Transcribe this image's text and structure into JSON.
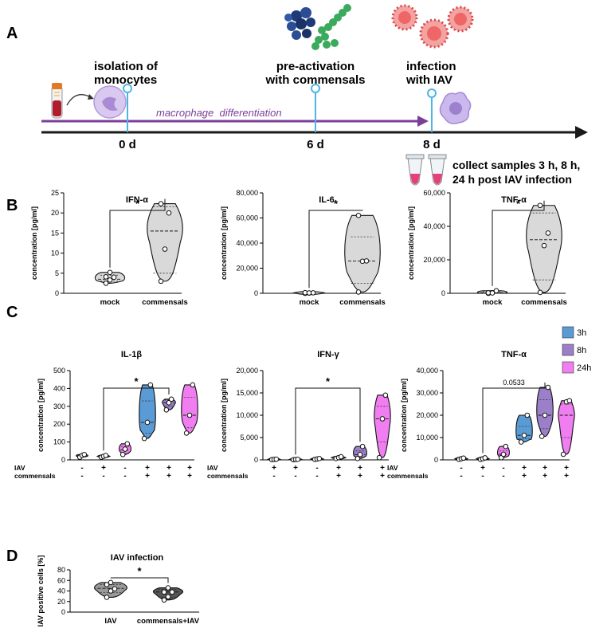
{
  "panels": {
    "a": "A",
    "b": "B",
    "c": "C",
    "d": "D"
  },
  "timeline": {
    "step1": [
      "isolation of",
      "monocytes"
    ],
    "step2": [
      "pre-activation",
      "with commensals"
    ],
    "step3": [
      "infection",
      "with IAV"
    ],
    "differentiation": "macrophage  differentiation",
    "days": [
      "0 d",
      "6 d",
      "8 d"
    ],
    "collect": [
      "collect samples 3 h, 8 h,",
      "24 h post IAV infection"
    ]
  },
  "colors": {
    "arrow_purple": "#7b3f98",
    "marker_blue": "#4db6e6",
    "mock": "#d9d9d9",
    "commensals": "#d9d9d9",
    "h3": "#5b9bd5",
    "h8": "#9b7fc9",
    "h24": "#f07ef0",
    "iav": "#999999",
    "commensals_iav": "#555555"
  },
  "icons": [
    "blood-tube-icon",
    "monocyte-icon",
    "bacteria-cocci-icon",
    "bacteria-chain-icon",
    "virus-icon",
    "macrophage-icon",
    "sample-tube-icon"
  ],
  "common": {
    "ylabel": "concentration [pg/ml]"
  },
  "chart_data": [
    {
      "id": "b1",
      "type": "violin",
      "title": "IFN-α",
      "ylabel": "concentration [pg/ml]",
      "ylim": [
        0,
        25
      ],
      "yticks": [
        "0",
        "5",
        "10",
        "15",
        "20",
        "25"
      ],
      "ytick_values": [
        0,
        5,
        10,
        15,
        20,
        25
      ],
      "categories": [
        "mock",
        "commensals"
      ],
      "groups": [
        {
          "name": "mock",
          "points": [
            2.5,
            3.3,
            4.0,
            4.1,
            5.2
          ],
          "median": 3.5,
          "q1": 3.0,
          "q3": 4.5
        },
        {
          "name": "commensals",
          "points": [
            3,
            11,
            20,
            22.3
          ],
          "median": 15.5,
          "q1": 5.0,
          "q3": 21.5
        }
      ],
      "significance": [
        {
          "from": 0,
          "to": 1,
          "label": "*"
        }
      ]
    },
    {
      "id": "b2",
      "type": "violin",
      "title": "IL-6",
      "ylabel": "concentration [pg/ml]",
      "ylim": [
        0,
        80000
      ],
      "yticks": [
        "0",
        "20,000",
        "40,000",
        "60,000",
        "80,000"
      ],
      "ytick_values": [
        0,
        20000,
        40000,
        60000,
        80000
      ],
      "categories": [
        "mock",
        "commensals"
      ],
      "groups": [
        {
          "name": "mock",
          "points": [
            0,
            200,
            400,
            500,
            300
          ],
          "median": 300,
          "q1": 100,
          "q3": 450
        },
        {
          "name": "commensals",
          "points": [
            1000,
            25500,
            25800,
            62000
          ],
          "median": 25700,
          "q1": 8000,
          "q3": 45000
        }
      ],
      "significance": [
        {
          "from": 0,
          "to": 1,
          "label": "*"
        }
      ]
    },
    {
      "id": "b3",
      "type": "violin",
      "title": "TNF-α",
      "ylabel": "concentration [pg/ml]",
      "ylim": [
        0,
        60000
      ],
      "yticks": [
        "0",
        "20,000",
        "40,000",
        "60,000"
      ],
      "ytick_values": [
        0,
        20000,
        40000,
        60000
      ],
      "categories": [
        "mock",
        "commensals"
      ],
      "groups": [
        {
          "name": "mock",
          "points": [
            0,
            400,
            1500,
            300,
            200
          ],
          "median": 300,
          "q1": 100,
          "q3": 900
        },
        {
          "name": "commensals",
          "points": [
            500,
            28500,
            36000,
            52500
          ],
          "median": 32000,
          "q1": 8000,
          "q3": 48000
        }
      ],
      "significance": [
        {
          "from": 0,
          "to": 1,
          "label": "*"
        }
      ]
    },
    {
      "id": "c1",
      "type": "violin",
      "title": "IL-1β",
      "ylabel": "concentration [pg/ml]",
      "ylim": [
        0,
        500
      ],
      "yticks": [
        "0",
        "100",
        "200",
        "300",
        "400",
        "500"
      ],
      "ytick_values": [
        0,
        100,
        200,
        300,
        400,
        500
      ],
      "row_labels": [
        "IAV",
        "commensals"
      ],
      "row_values": [
        [
          "-",
          "+",
          "-",
          "+",
          "+",
          "+"
        ],
        [
          "-",
          "-",
          "-",
          "+",
          "+",
          "+"
        ]
      ],
      "groups": [
        {
          "name": "3h",
          "points": [
            15,
            25,
            30
          ],
          "median": 22,
          "q1": 17,
          "q3": 28
        },
        {
          "name": "8h",
          "points": [
            15,
            20,
            25
          ],
          "median": 20,
          "q1": 17,
          "q3": 23
        },
        {
          "name": "24h",
          "points": [
            30,
            60,
            90
          ],
          "median": 55,
          "q1": 35,
          "q3": 75
        },
        {
          "name": "3h",
          "points": [
            120,
            210,
            420
          ],
          "median": 210,
          "q1": 150,
          "q3": 330
        },
        {
          "name": "8h",
          "points": [
            280,
            320,
            340
          ],
          "median": 320,
          "q1": 300,
          "q3": 335
        },
        {
          "name": "24h",
          "points": [
            150,
            250,
            420
          ],
          "median": 250,
          "q1": 180,
          "q3": 350
        }
      ],
      "significance": [
        {
          "from": 1,
          "to": 4,
          "label": "*"
        }
      ]
    },
    {
      "id": "c2",
      "type": "violin",
      "title": "IFN-γ",
      "ylabel": "concentration [pg/ml]",
      "ylim": [
        0,
        20000
      ],
      "yticks": [
        "0",
        "5,000",
        "10,000",
        "15,000",
        "20,000"
      ],
      "ytick_values": [
        0,
        5000,
        10000,
        15000,
        20000
      ],
      "row_labels": [
        "IAV",
        "commensals"
      ],
      "row_values": [
        [
          "+",
          "+",
          "-",
          "+",
          "+",
          "+"
        ],
        [
          "-",
          "-",
          "-",
          "+",
          "+",
          "+"
        ]
      ],
      "groups": [
        {
          "name": "3h",
          "points": [
            50,
            100,
            150
          ],
          "median": 100,
          "q1": 70,
          "q3": 130
        },
        {
          "name": "8h",
          "points": [
            40,
            80,
            120
          ],
          "median": 80,
          "q1": 60,
          "q3": 100
        },
        {
          "name": "24h",
          "points": [
            100,
            200,
            300
          ],
          "median": 200,
          "q1": 150,
          "q3": 250
        },
        {
          "name": "3h",
          "points": [
            300,
            500,
            700
          ],
          "median": 500,
          "q1": 400,
          "q3": 600
        },
        {
          "name": "8h",
          "points": [
            300,
            1200,
            3000
          ],
          "median": 1200,
          "q1": 600,
          "q3": 2000
        },
        {
          "name": "24h",
          "points": [
            500,
            9200,
            14500
          ],
          "median": 9200,
          "q1": 4000,
          "q3": 12000
        }
      ],
      "significance": [
        {
          "from": 1,
          "to": 4,
          "label": "*"
        }
      ]
    },
    {
      "id": "c3",
      "type": "violin",
      "title": "TNF-α",
      "ylabel": "concentration [pg/ml]",
      "ylim": [
        0,
        40000
      ],
      "yticks": [
        "0",
        "10,000",
        "20,000",
        "30,000",
        "40,000"
      ],
      "ytick_values": [
        0,
        10000,
        20000,
        30000,
        40000
      ],
      "row_labels": [
        "IAV",
        "commensals"
      ],
      "row_values": [
        [
          "-",
          "+",
          "-",
          "+",
          "+",
          "+"
        ],
        [
          "-",
          "-",
          "-",
          "+",
          "+",
          "+"
        ]
      ],
      "groups": [
        {
          "name": "3h",
          "points": [
            200,
            500,
            800
          ],
          "median": 500,
          "q1": 300,
          "q3": 700
        },
        {
          "name": "8h",
          "points": [
            200,
            500,
            900
          ],
          "median": 500,
          "q1": 300,
          "q3": 700
        },
        {
          "name": "24h",
          "points": [
            1000,
            2500,
            6000
          ],
          "median": 2500,
          "q1": 1500,
          "q3": 4000
        },
        {
          "name": "3h",
          "points": [
            8000,
            11000,
            20000
          ],
          "median": 11000,
          "q1": 9500,
          "q3": 15000
        },
        {
          "name": "8h",
          "points": [
            10500,
            20000,
            32500
          ],
          "median": 20000,
          "q1": 14000,
          "q3": 27000
        },
        {
          "name": "24h",
          "points": [
            2500,
            26000,
            26500
          ],
          "median": 20000,
          "q1": 10000,
          "q3": 25000
        }
      ],
      "significance": [
        {
          "from": 1,
          "to": 4,
          "label": "0.0533"
        }
      ],
      "legend": {
        "entries": [
          "3h",
          "8h",
          "24h"
        ],
        "placement": "right"
      }
    },
    {
      "id": "d",
      "type": "violin",
      "title": "IAV infection",
      "ylabel": "IAV positive cells [%]",
      "ylim": [
        0,
        80
      ],
      "yticks": [
        "0",
        "20",
        "40",
        "60",
        "80"
      ],
      "ytick_values": [
        0,
        20,
        40,
        60,
        80
      ],
      "categories": [
        "IAV",
        "commensals+IAV"
      ],
      "groups": [
        {
          "name": "IAV",
          "points": [
            28,
            40,
            44,
            52,
            56
          ],
          "median": 45,
          "q1": 37,
          "q3": 52
        },
        {
          "name": "commensals+IAV",
          "points": [
            23,
            29,
            38,
            38,
            46
          ],
          "median": 38,
          "q1": 28,
          "q3": 43
        }
      ],
      "significance": [
        {
          "from": 0,
          "to": 1,
          "label": "*"
        }
      ]
    }
  ]
}
